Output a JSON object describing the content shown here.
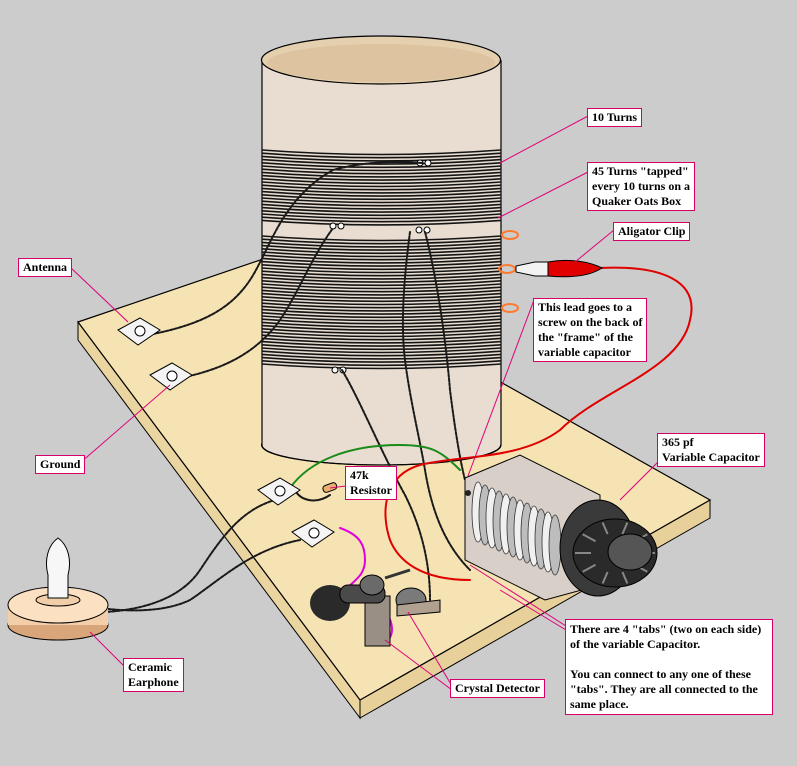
{
  "labels": {
    "ten_turns": "10 Turns",
    "forty_five_turns": [
      "45 Turns \"tapped\"",
      "every 10 turns on a",
      "Quaker Oats Box"
    ],
    "aligator_clip": "Aligator Clip",
    "antenna": "Antenna",
    "frame_lead": [
      "This lead goes to a",
      "screw on the back of",
      "the \"frame\" of the",
      "variable capacitor"
    ],
    "capacitor": [
      "365 pf",
      "Variable Capacitor"
    ],
    "ground": "Ground",
    "resistor": [
      "47k",
      "Resistor"
    ],
    "earphone": [
      "Ceramic",
      "Earphone"
    ],
    "crystal_detector": "Crystal Detector",
    "tabs_note": [
      "There are 4 \"tabs\" (two on each side)",
      "of the variable Capacitor.",
      "",
      "You can connect to any one of these",
      "\"tabs\". They are all connected to the",
      "same place."
    ]
  },
  "colors": {
    "background": "#cccccc",
    "board": "#f5e3b3",
    "board_edge": "#e9d29a",
    "coil_tube": "#e8ddd0",
    "tube_top": "#dcc0a0",
    "winding": "#141414",
    "label_border": "#d6006b",
    "leader": "#e0007a",
    "red_wire": "#e00000",
    "green_wire": "#1a8a1a",
    "magenta_wire": "#e000e0",
    "tap_ring": "#ff7a30"
  }
}
